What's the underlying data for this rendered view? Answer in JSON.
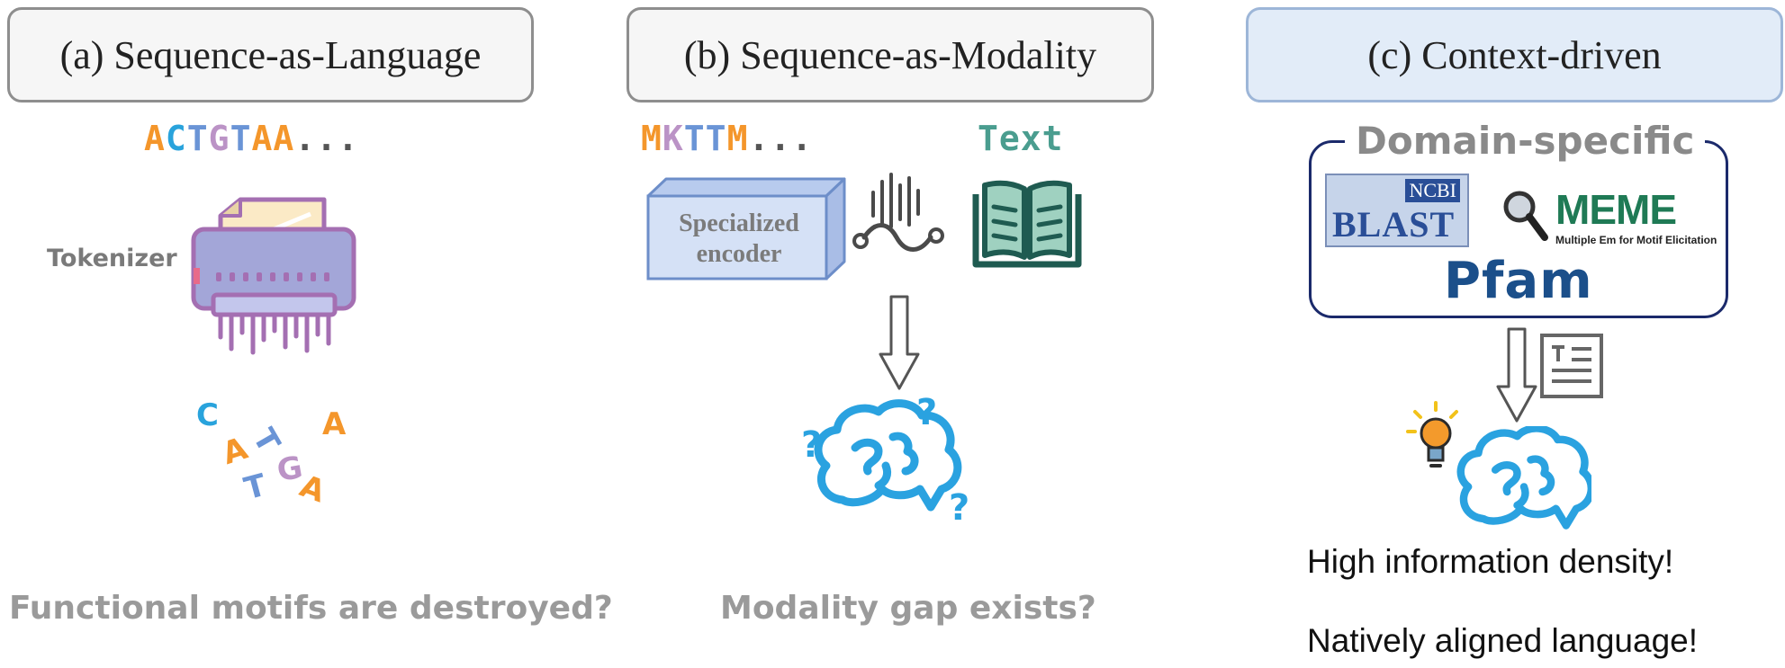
{
  "colors": {
    "A": "#f4962b",
    "C": "#29a3dc",
    "T": "#6a94d6",
    "G": "#bb93c6",
    "M": "#f4962b",
    "K": "#bb93c6",
    "text_seq": "#4a9d8f",
    "brain": "#2aa2e0",
    "domain_border": "#1b2a6b",
    "pfam": "#1b4f8a"
  },
  "panel_a": {
    "header": "(a) Sequence-as-Language",
    "sequence": [
      {
        "char": "A",
        "color": "A"
      },
      {
        "char": "C",
        "color": "C"
      },
      {
        "char": "T",
        "color": "T"
      },
      {
        "char": "G",
        "color": "G"
      },
      {
        "char": "T",
        "color": "T"
      },
      {
        "char": "A",
        "color": "A"
      },
      {
        "char": "A",
        "color": "A"
      }
    ],
    "ellipsis": "...",
    "tokenizer_label": "Tokenizer",
    "scattered_tokens": [
      "C",
      "A",
      "T",
      "A",
      "G",
      "T",
      "A"
    ],
    "question": "Functional motifs are destroyed?"
  },
  "panel_b": {
    "header": "(b) Sequence-as-Modality",
    "sequence": [
      {
        "char": "M",
        "color": "M"
      },
      {
        "char": "K",
        "color": "K"
      },
      {
        "char": "T",
        "color": "T"
      },
      {
        "char": "T",
        "color": "T"
      },
      {
        "char": "M",
        "color": "M"
      }
    ],
    "ellipsis": "...",
    "text_label": "Text",
    "encoder_line1": "Specialized",
    "encoder_line2": "encoder",
    "question": "Modality gap exists?"
  },
  "panel_c": {
    "header": "(c) Context-driven",
    "domain_title": "Domain-specific",
    "blast_ncbi": "NCBI",
    "blast_name": "BLAST",
    "meme_name": "MEME",
    "meme_subtitle": "Multiple Em for Motif Elicitation",
    "pfam_name": "Pfam",
    "statement1": "High information density!",
    "statement2": "Natively aligned language!"
  }
}
